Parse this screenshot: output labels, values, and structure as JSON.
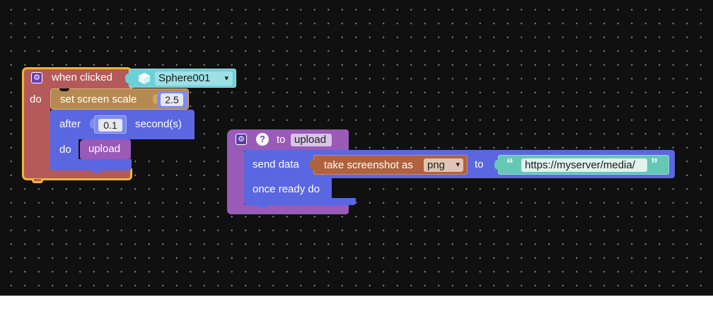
{
  "event_block": {
    "label": "when clicked",
    "do_label": "do",
    "object_name": "Sphere001",
    "dropdown_glyph": "▾",
    "icons": [
      "gear-icon",
      "cube-icon"
    ]
  },
  "scale_block": {
    "label": "set screen scale",
    "value": "2.5"
  },
  "after_block": {
    "label": "after",
    "value": "0.1",
    "unit_label": "second(s)",
    "do_label": "do"
  },
  "call_block": {
    "label": "upload"
  },
  "procedure_block": {
    "to_label": "to",
    "name": "upload",
    "icons": [
      "gear-icon",
      "help-icon"
    ],
    "help_glyph": "?"
  },
  "send_block": {
    "label": "send data",
    "to_label": "to",
    "once_label": "once ready do"
  },
  "screenshot_block": {
    "label": "take screenshot as",
    "format": "png",
    "dropdown_glyph": "▾"
  },
  "url_block": {
    "open_quote": "“",
    "url": "https://myserver/media/",
    "close_quote": "”"
  },
  "colors": {
    "workspace": "#101010",
    "event": "#b45a5a",
    "event_outline": "#f0b632",
    "scale": "#b58a52",
    "after": "#5b67e0",
    "procedure": "#9a5ab8",
    "screenshot": "#b0623e",
    "url": "#64c8b4",
    "object": "#6cd0d8"
  }
}
